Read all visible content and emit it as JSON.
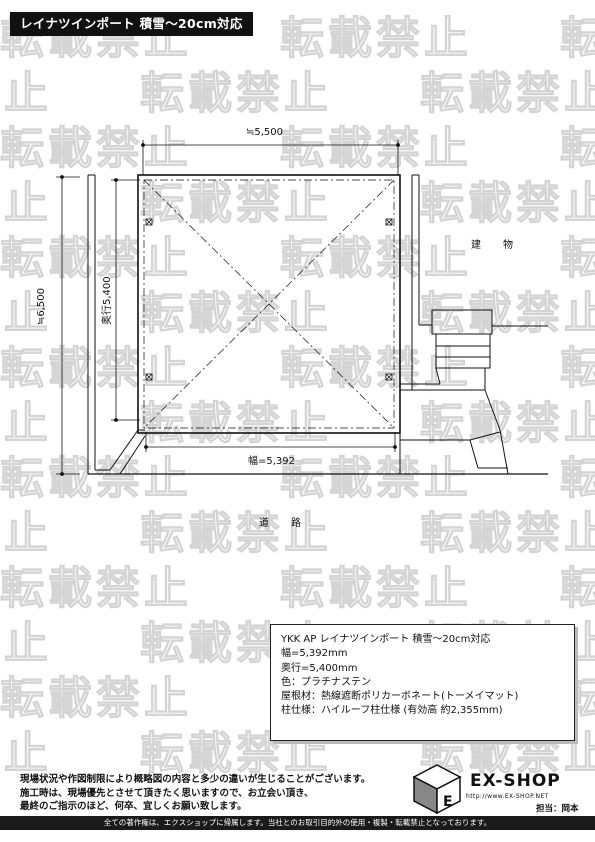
{
  "title": "レイナツインポート 積雪～20cm対応",
  "watermark_text": "転載禁止",
  "drawing": {
    "width_top": "≒5,500",
    "depth_outer": "≒6,500",
    "depth_inner": "奥行5,400",
    "width_bottom": "幅=5,392",
    "building_label": "建　物",
    "road_label": "道　路"
  },
  "spec": {
    "lines": [
      "YKK AP レイナツインポート 積雪～20cm対応",
      "幅=5,392mm",
      "奥行=5,400mm",
      "色：プラチナステン",
      "屋根材：熱線遮断ポリカーボネート(トーメイマット)",
      "柱仕様：ハイルーフ柱仕様 (有効高 約2,355mm)"
    ]
  },
  "notes": [
    "現場状況や作図制限により概略図の内容と多少の違いが生じることがございます。",
    "施工時は、現場優先とさせて頂きたく思いますので、お立会い頂き、",
    "最終のご指示のほど、何卒、宜しくお願い致します。"
  ],
  "logo": {
    "name": "EX-SHOP",
    "url": "http://www.EX-SHOP.NET"
  },
  "tanto": "担当：岡本",
  "footer": "全ての著作権は、エクスショップに帰属します。当社とのお取引目的外の使用・複製・転載禁止となっております。"
}
